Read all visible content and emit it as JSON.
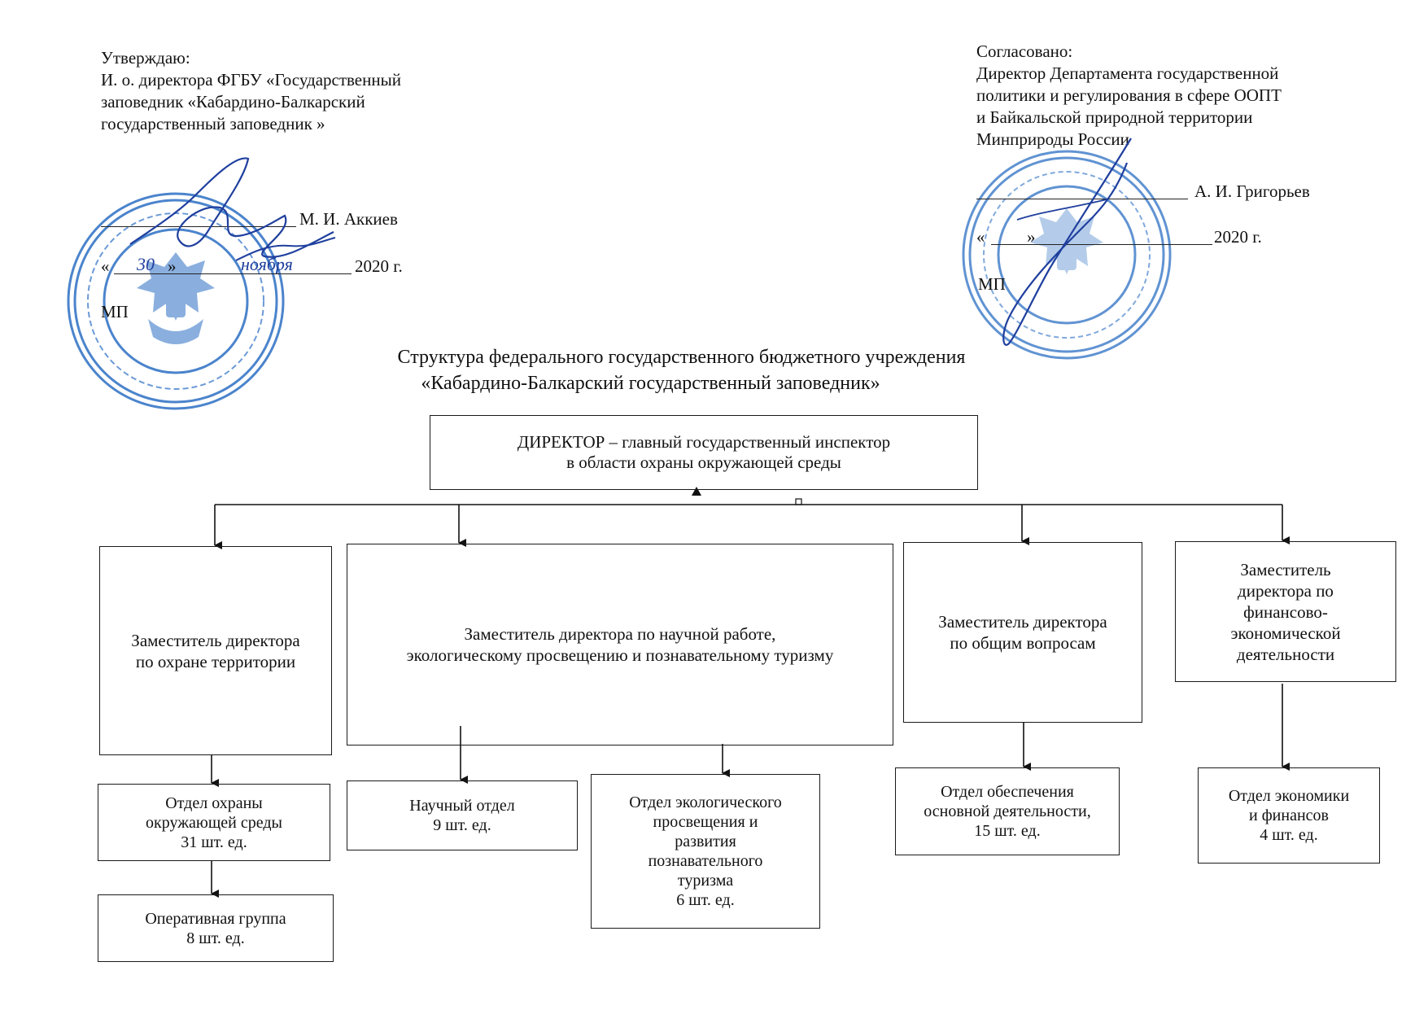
{
  "approve": {
    "heading": "Утверждаю:",
    "line1": "И. о. директора ФГБУ «Государственный",
    "line2": "заповедник «Кабардино-Балкарский",
    "line3": "государственный заповедник »",
    "signer": "М. И. Аккиев",
    "date_open": "«",
    "date_day": "30",
    "date_close": "»",
    "date_month": "ноября",
    "year": "2020 г.",
    "mp": "МП"
  },
  "agree": {
    "heading": "Согласовано:",
    "line1": "Директор Департамента государственной",
    "line2": "политики и регулирования в сфере ООПТ",
    "line3": "и Байкальской природной территории",
    "line4": "Минприроды России",
    "signer": "А. И. Григорьев",
    "date_open": "«",
    "date_close": "»",
    "year": "2020 г.",
    "mp": "МП"
  },
  "title": {
    "line1": "Структура федерального государственного бюджетного учреждения",
    "line2": "«Кабардино-Балкарский государственный заповедник»"
  },
  "chart": {
    "director": "ДИРЕКТОР – главный государственный инспектор\nв области охраны окружающей среды",
    "deputy_territory": "Заместитель директора\nпо охране территории",
    "deputy_science": "Заместитель директора по  научной работе,\nэкологическому просвещению и познавательному туризму",
    "deputy_general": "Заместитель директора\nпо общим вопросам",
    "deputy_finance": "Заместитель\nдиректора по\nфинансово-\nэкономической\nдеятельности",
    "dept_env": "Отдел охраны\nокружающей среды\n31 шт. ед.",
    "dept_operative": "Оперативная группа\n8 шт. ед.",
    "dept_science": "Научный отдел\n9 шт. ед.",
    "dept_eco": "Отдел экологического\nпросвещения и\nразвития\nпознавательного\nтуризма\n6 шт. ед.",
    "dept_support": "Отдел обеспечения\nосновной деятельности,\n15 шт. ед.",
    "dept_econ": "Отдел экономики\nи финансов\n4 шт. ед."
  },
  "colors": {
    "stamp": "#2c6fc4",
    "signature": "#1f3f9e",
    "ink": "#111111"
  }
}
